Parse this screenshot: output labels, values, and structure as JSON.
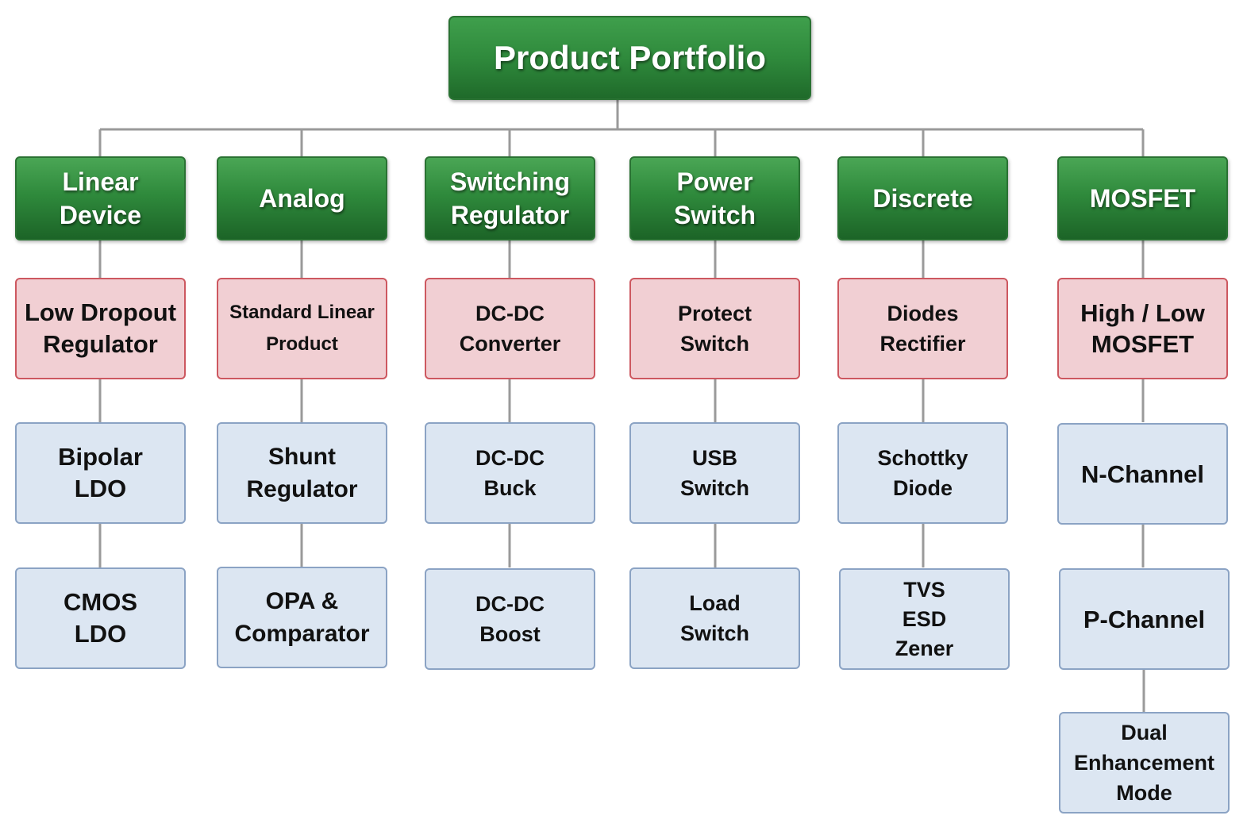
{
  "root": {
    "label": "Product Portfolio"
  },
  "categories": [
    {
      "label": "Linear\nDevice",
      "sub": "Low Dropout\nRegulator",
      "items": [
        "Bipolar\nLDO",
        "CMOS\nLDO"
      ]
    },
    {
      "label": "Analog",
      "sub": "Standard Linear\nProduct",
      "items": [
        "Shunt\nRegulator",
        "OPA &\nComparator"
      ]
    },
    {
      "label": "Switching\nRegulator",
      "sub": "DC-DC\nConverter",
      "items": [
        "DC-DC\nBuck",
        "DC-DC\nBoost"
      ]
    },
    {
      "label": "Power\nSwitch",
      "sub": "Protect\nSwitch",
      "items": [
        "USB\nSwitch",
        "Load\nSwitch"
      ]
    },
    {
      "label": "Discrete",
      "sub": "Diodes\nRectifier",
      "items": [
        "Schottky\nDiode",
        "TVS\nESD\nZener"
      ]
    },
    {
      "label": "MOSFET",
      "sub": "High / Low\nMOSFET",
      "items": [
        "N-Channel",
        "P-Channel",
        "Dual\nEnhancement\nMode"
      ]
    }
  ],
  "colors": {
    "root_fill": "#2f8a3c",
    "category_fill": "#2f8a3c",
    "subcategory_fill": "#f1cfd3",
    "subcategory_border": "#cd5860",
    "item_fill": "#dce6f2",
    "item_border": "#8ba3c4",
    "connector": "#9a9a9a"
  }
}
